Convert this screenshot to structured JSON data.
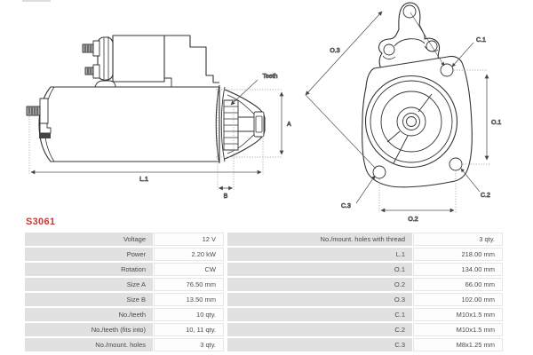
{
  "part_number": "S3061",
  "accent_color": "#c23b3b",
  "diagram": {
    "side_view": {
      "labels": {
        "teeth": "Teeth",
        "a": "A",
        "b": "B",
        "l1": "L.1"
      }
    },
    "front_view": {
      "labels": {
        "o3": "O.3",
        "c1": "C.1",
        "o1": "O.1",
        "c2": "C.2",
        "c3": "C.3",
        "o2": "O.2"
      }
    }
  },
  "spec_table": {
    "left": [
      {
        "label": "Voltage",
        "value": "12 V"
      },
      {
        "label": "Power",
        "value": "2.20 kW"
      },
      {
        "label": "Rotation",
        "value": "CW"
      },
      {
        "label": "Size A",
        "value": "76.50 mm"
      },
      {
        "label": "Size B",
        "value": "13.50 mm"
      },
      {
        "label": "No./teeth",
        "value": "10 qty."
      },
      {
        "label": "No./teeth (fits into)",
        "value": "10, 11 qty."
      },
      {
        "label": "No./mount. holes",
        "value": "3 qty."
      }
    ],
    "right": [
      {
        "label": "No./mount. holes with thread",
        "value": "3 qty."
      },
      {
        "label": "L.1",
        "value": "218.00 mm"
      },
      {
        "label": "O.1",
        "value": "134.00 mm"
      },
      {
        "label": "O.2",
        "value": "66.00 mm"
      },
      {
        "label": "O.3",
        "value": "102.00 mm"
      },
      {
        "label": "C.1",
        "value": "M10x1.5 mm"
      },
      {
        "label": "C.2",
        "value": "M10x1.5 mm"
      },
      {
        "label": "C.3",
        "value": "M8x1.25 mm"
      }
    ]
  }
}
